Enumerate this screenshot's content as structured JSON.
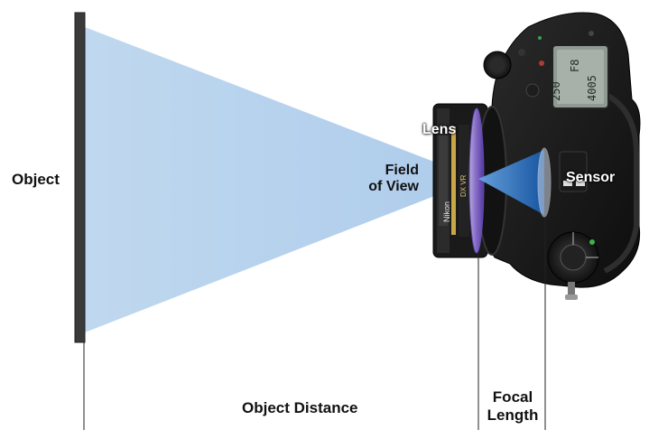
{
  "labels": {
    "object": "Object",
    "lens": "Lens",
    "field_of_view_line1": "Field",
    "field_of_view_line2": "of View",
    "sensor": "Sensor",
    "object_distance": "Object Distance",
    "focal_length_line1": "Focal",
    "focal_length_line2": "Length"
  },
  "camera": {
    "lcd_readout_left": "250",
    "lcd_readout_right": "F8",
    "lcd_readout_bottom": "4005",
    "lens_brand": "Nikon",
    "lens_tags": "DX VR"
  },
  "colors": {
    "field_of_view": "#bcd6ee",
    "sensor_cone": "#1f6fc4",
    "lens_glass": "#9b7fd9",
    "object_bar": "#3a3a3a",
    "camera_body": "#151515"
  }
}
